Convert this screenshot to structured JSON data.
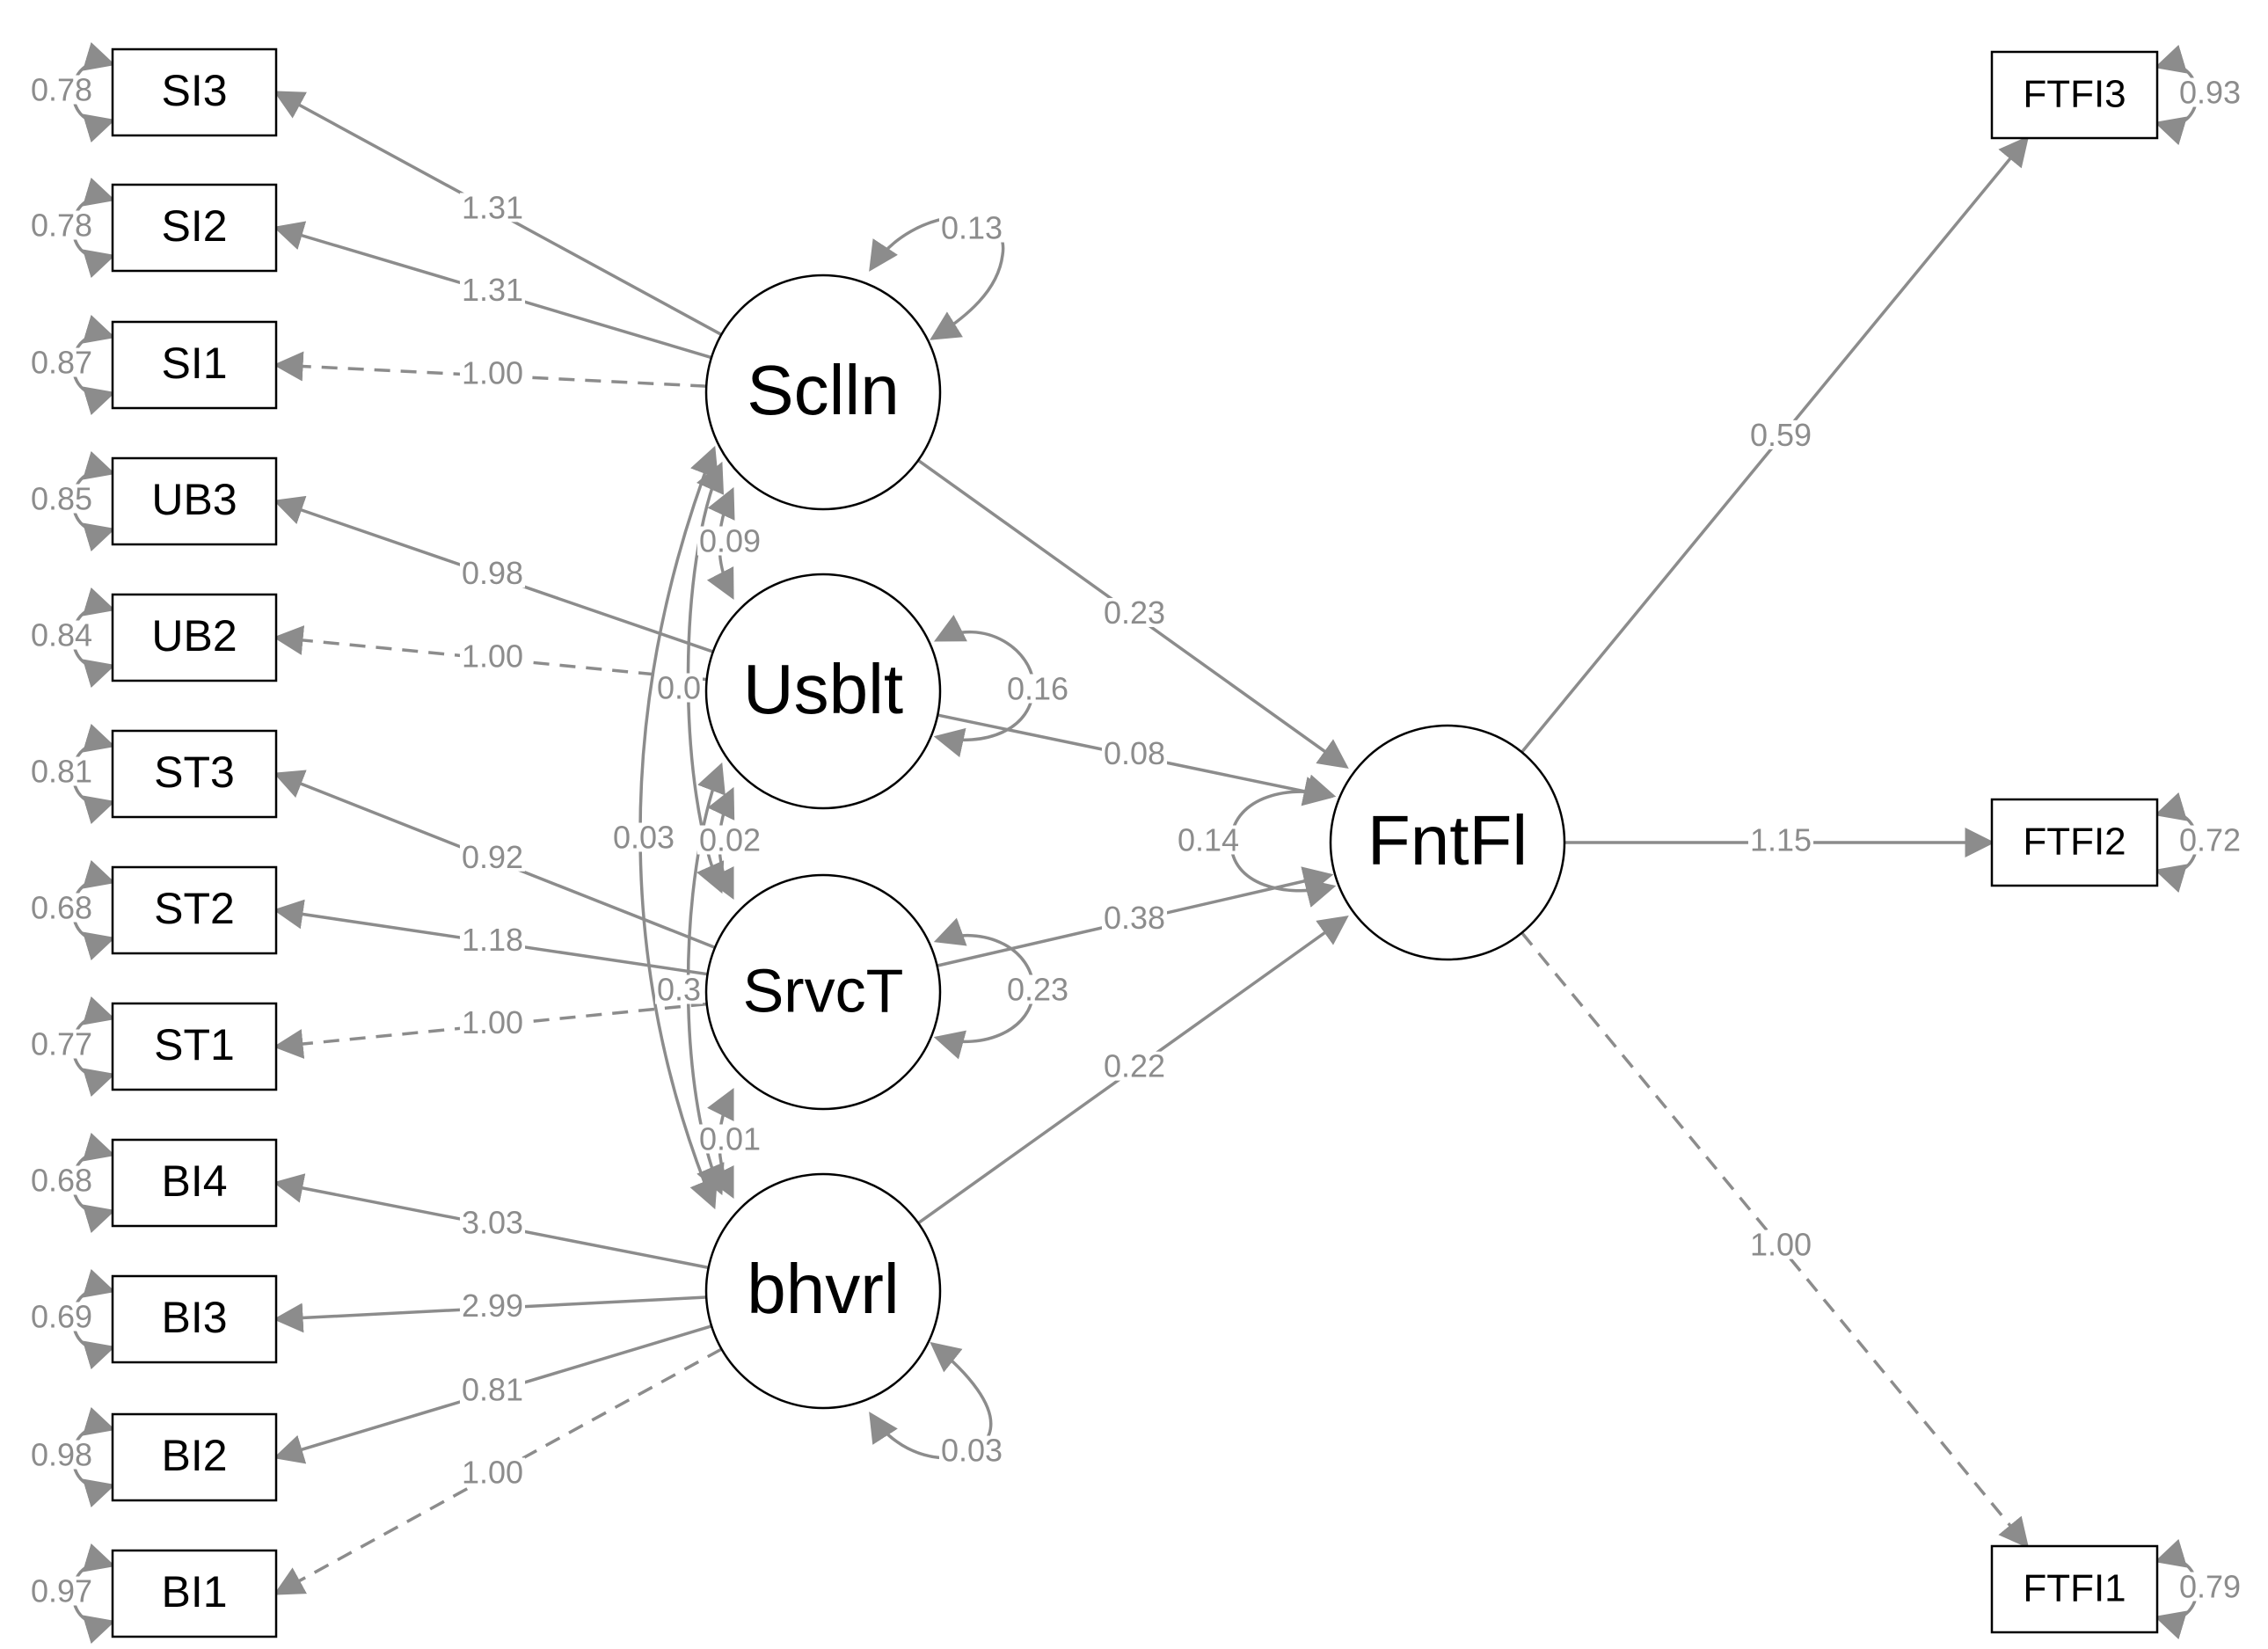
{
  "indicators_left": [
    {
      "id": "SI3",
      "label": "SI3",
      "residual": "0.78"
    },
    {
      "id": "SI2",
      "label": "SI2",
      "residual": "0.78"
    },
    {
      "id": "SI1",
      "label": "SI1",
      "residual": "0.87"
    },
    {
      "id": "UB3",
      "label": "UB3",
      "residual": "0.85"
    },
    {
      "id": "UB2",
      "label": "UB2",
      "residual": "0.84"
    },
    {
      "id": "ST3",
      "label": "ST3",
      "residual": "0.81"
    },
    {
      "id": "ST2",
      "label": "ST2",
      "residual": "0.68"
    },
    {
      "id": "ST1",
      "label": "ST1",
      "residual": "0.77"
    },
    {
      "id": "BI4",
      "label": "BI4",
      "residual": "0.68"
    },
    {
      "id": "BI3",
      "label": "BI3",
      "residual": "0.69"
    },
    {
      "id": "BI2",
      "label": "BI2",
      "residual": "0.98"
    },
    {
      "id": "BI1",
      "label": "BI1",
      "residual": "0.97"
    }
  ],
  "indicators_right": [
    {
      "id": "FTFI3",
      "label": "FTFI3",
      "residual": "0.93"
    },
    {
      "id": "FTFI2",
      "label": "FTFI2",
      "residual": "0.72"
    },
    {
      "id": "FTFI1",
      "label": "FTFI1",
      "residual": "0.79"
    }
  ],
  "latents": [
    {
      "id": "Sclln",
      "label": "Sclln",
      "variance": "0.13"
    },
    {
      "id": "Usblt",
      "label": "Usblt",
      "variance": "0.16"
    },
    {
      "id": "SrvcT",
      "label": "SrvcT",
      "variance": "0.23"
    },
    {
      "id": "bhvrl",
      "label": "bhvrl",
      "variance": "0.03"
    },
    {
      "id": "FntFl",
      "label": "FntFl",
      "variance": "0.14"
    }
  ],
  "loadings": [
    {
      "from": "Sclln",
      "to": "SI3",
      "value": "1.31",
      "fixed": false
    },
    {
      "from": "Sclln",
      "to": "SI2",
      "value": "1.31",
      "fixed": false
    },
    {
      "from": "Sclln",
      "to": "SI1",
      "value": "1.00",
      "fixed": true
    },
    {
      "from": "Usblt",
      "to": "UB3",
      "value": "0.98",
      "fixed": false
    },
    {
      "from": "Usblt",
      "to": "UB2",
      "value": "1.00",
      "fixed": true
    },
    {
      "from": "SrvcT",
      "to": "ST3",
      "value": "0.92",
      "fixed": false
    },
    {
      "from": "SrvcT",
      "to": "ST2",
      "value": "1.18",
      "fixed": false
    },
    {
      "from": "SrvcT",
      "to": "ST1",
      "value": "1.00",
      "fixed": true
    },
    {
      "from": "bhvrl",
      "to": "BI4",
      "value": "3.03",
      "fixed": false
    },
    {
      "from": "bhvrl",
      "to": "BI3",
      "value": "2.99",
      "fixed": false
    },
    {
      "from": "bhvrl",
      "to": "BI2",
      "value": "0.81",
      "fixed": false
    },
    {
      "from": "bhvrl",
      "to": "BI1",
      "value": "1.00",
      "fixed": true
    },
    {
      "from": "FntFl",
      "to": "FTFI3",
      "value": "0.59",
      "fixed": false
    },
    {
      "from": "FntFl",
      "to": "FTFI2",
      "value": "1.15",
      "fixed": false
    },
    {
      "from": "FntFl",
      "to": "FTFI1",
      "value": "1.00",
      "fixed": true
    }
  ],
  "regressions": [
    {
      "from": "Sclln",
      "to": "FntFl",
      "value": "0.23"
    },
    {
      "from": "Usblt",
      "to": "FntFl",
      "value": "0.08"
    },
    {
      "from": "SrvcT",
      "to": "FntFl",
      "value": "0.38"
    },
    {
      "from": "bhvrl",
      "to": "FntFl",
      "value": "0.22"
    }
  ],
  "covariances": [
    {
      "a": "Sclln",
      "b": "Usblt",
      "value": "0.09"
    },
    {
      "a": "Sclln",
      "b": "SrvcT",
      "value": "0.0"
    },
    {
      "a": "Sclln",
      "b": "bhvrl",
      "value": "0.03"
    },
    {
      "a": "Usblt",
      "b": "SrvcT",
      "value": "0.02"
    },
    {
      "a": "Usblt",
      "b": "bhvrl",
      "value": "0.3"
    },
    {
      "a": "SrvcT",
      "b": "bhvrl",
      "value": "0.01"
    }
  ]
}
